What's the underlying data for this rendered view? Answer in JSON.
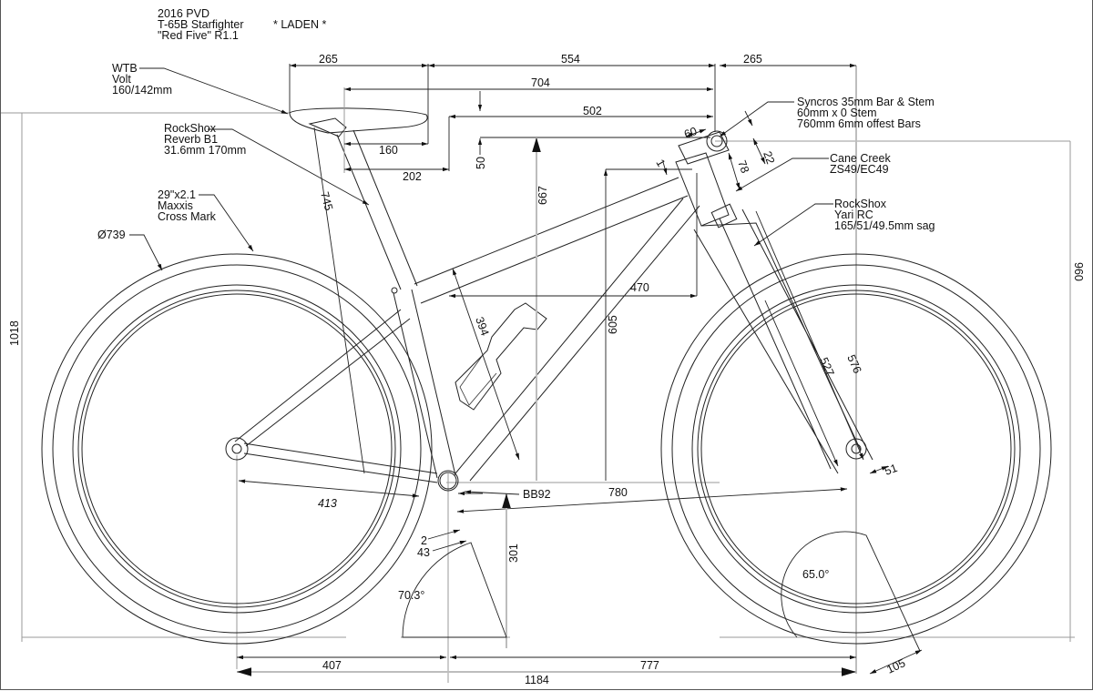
{
  "title_block": {
    "line1": "2016 PVD",
    "line2": "T-65B Starfighter",
    "line3": "\"Red Five\" R1.1",
    "state": "* LADEN *"
  },
  "callouts": {
    "saddle": [
      "WTB",
      "Volt",
      "160/142mm"
    ],
    "seatpost": [
      "RockShox",
      "Reverb B1",
      "31.6mm 170mm"
    ],
    "tyre": [
      "29\"x2.1",
      "Maxxis",
      "Cross Mark"
    ],
    "wheel_diameter": "Ø739",
    "cockpit": [
      "Syncros 35mm Bar & Stem",
      "60mm x 0 Stem",
      "760mm 6mm offest Bars"
    ],
    "headset": [
      "Cane Creek",
      "ZS49/EC49"
    ],
    "fork": [
      "RockShox",
      "Yari RC",
      "165/51/49.5mm sag"
    ],
    "bottom_bracket": "BB92"
  },
  "dimensions": {
    "saddle_setback": "265",
    "saddle_to_bar": "554",
    "bar_ahead_of_axle": "265",
    "saddle_tip_to_bar": "704",
    "effective_reach_502": "502",
    "stem_length": "60",
    "saddle_rail_160": "160",
    "saddle_202": "202",
    "bar_drop": "50",
    "saddle_height_667": "667",
    "spacer_1": "1",
    "stack_78": "78",
    "headset_22": "22",
    "seatpost_745": "745",
    "seat_tube_394": "394",
    "stack_605": "605",
    "reach_470": "470",
    "fork_527": "527",
    "fork_576": "576",
    "fork_offset": "51",
    "chainstay": "413",
    "front_centre": "780",
    "bb_offset_2": "2",
    "bb_43": "43",
    "bb_height": "301",
    "seat_angle": "70.3°",
    "head_angle": "65.0°",
    "trail": "105",
    "rear_centre": "407",
    "front_horizontal": "777",
    "wheelbase": "1184",
    "overall_height": "1018",
    "bar_height": "960"
  }
}
